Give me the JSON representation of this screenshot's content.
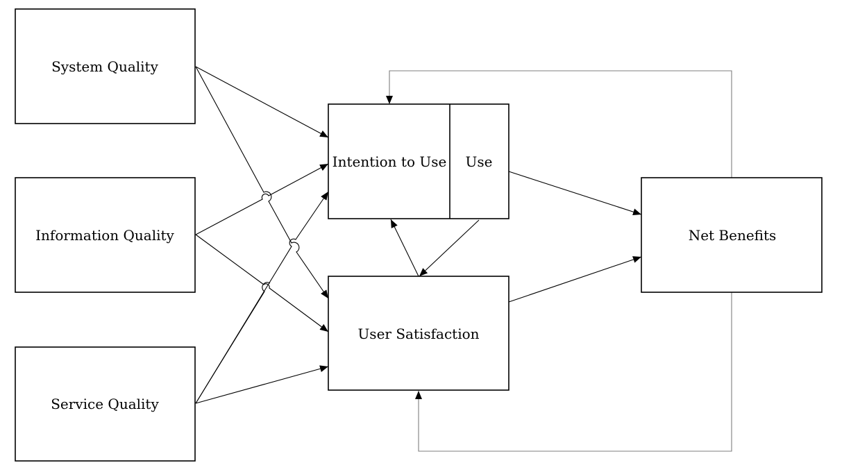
{
  "diagram": {
    "nodes": {
      "system_quality": "System Quality",
      "information_quality": "Information Quality",
      "service_quality": "Service Quality",
      "intention_to_use": "Intention to Use",
      "use": "Use",
      "user_satisfaction": "User Satisfaction",
      "net_benefits": "Net Benefits"
    },
    "edges": [
      {
        "from": "System Quality",
        "to": "Intention to Use / Use"
      },
      {
        "from": "System Quality",
        "to": "User Satisfaction"
      },
      {
        "from": "Information Quality",
        "to": "Intention to Use / Use"
      },
      {
        "from": "Information Quality",
        "to": "User Satisfaction"
      },
      {
        "from": "Service Quality",
        "to": "Intention to Use / Use"
      },
      {
        "from": "Service Quality",
        "to": "User Satisfaction"
      },
      {
        "from": "Use",
        "to": "User Satisfaction"
      },
      {
        "from": "User Satisfaction",
        "to": "Intention to Use"
      },
      {
        "from": "Use",
        "to": "Net Benefits"
      },
      {
        "from": "User Satisfaction",
        "to": "Net Benefits"
      },
      {
        "from": "Net Benefits",
        "to": "Intention to Use",
        "feedback": true
      },
      {
        "from": "Net Benefits",
        "to": "User Satisfaction",
        "feedback": true
      }
    ]
  }
}
